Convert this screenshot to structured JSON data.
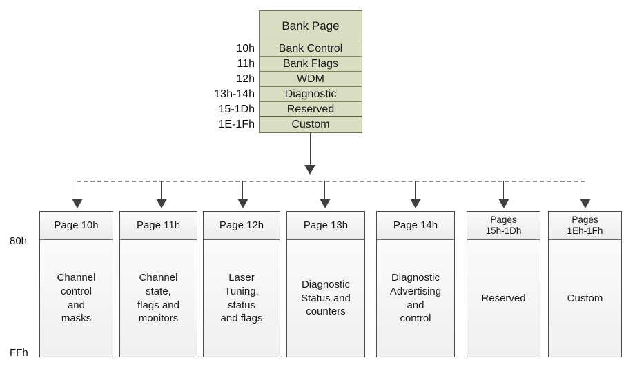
{
  "bank_page": {
    "title": "Bank Page",
    "rows": [
      {
        "addr": "10h",
        "label": "Bank Control"
      },
      {
        "addr": "11h",
        "label": "Bank Flags"
      },
      {
        "addr": "12h",
        "label": "WDM"
      },
      {
        "addr": "13h-14h",
        "label": "Diagnostic"
      },
      {
        "addr": "15-1Dh",
        "label": "Reserved"
      },
      {
        "addr": "1E-1Fh",
        "label": "Custom"
      }
    ],
    "fill_color": "#d9dec3",
    "border_color": "#6e7552"
  },
  "side_labels": {
    "top": "80h",
    "bottom": "FFh"
  },
  "pages": [
    {
      "header": "Page 10h",
      "body": "Channel\ncontrol\nand\nmasks"
    },
    {
      "header": "Page 11h",
      "body": "Channel\nstate,\nflags and\nmonitors"
    },
    {
      "header": "Page 12h",
      "body": "Laser\nTuning,\nstatus\nand flags"
    },
    {
      "header": "Page 13h",
      "body": "Diagnostic\nStatus and\ncounters"
    },
    {
      "header": "Page 14h",
      "body": "Diagnostic\nAdvertising\nand\ncontrol"
    },
    {
      "header": "Pages\n15h-1Dh",
      "body": "Reserved"
    },
    {
      "header": "Pages\n1Eh-1Fh",
      "body": "Custom"
    }
  ]
}
